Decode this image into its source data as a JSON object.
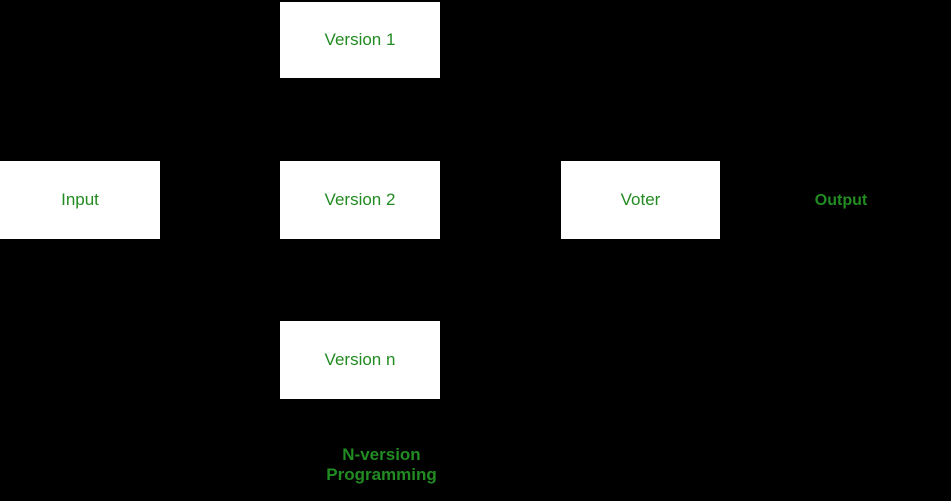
{
  "diagram": {
    "title": "N-version Programming",
    "colors": {
      "background": "#000000",
      "box_background": "#ffffff",
      "text_green": "#228B22"
    },
    "nodes": [
      {
        "id": "input",
        "label": "Input"
      },
      {
        "id": "version-1",
        "label": "Version 1"
      },
      {
        "id": "version-2",
        "label": "Version 2"
      },
      {
        "id": "voter",
        "label": "Voter"
      },
      {
        "id": "version-n",
        "label": "Version n"
      }
    ],
    "output_label": "Output",
    "caption": "N-version Programming"
  }
}
